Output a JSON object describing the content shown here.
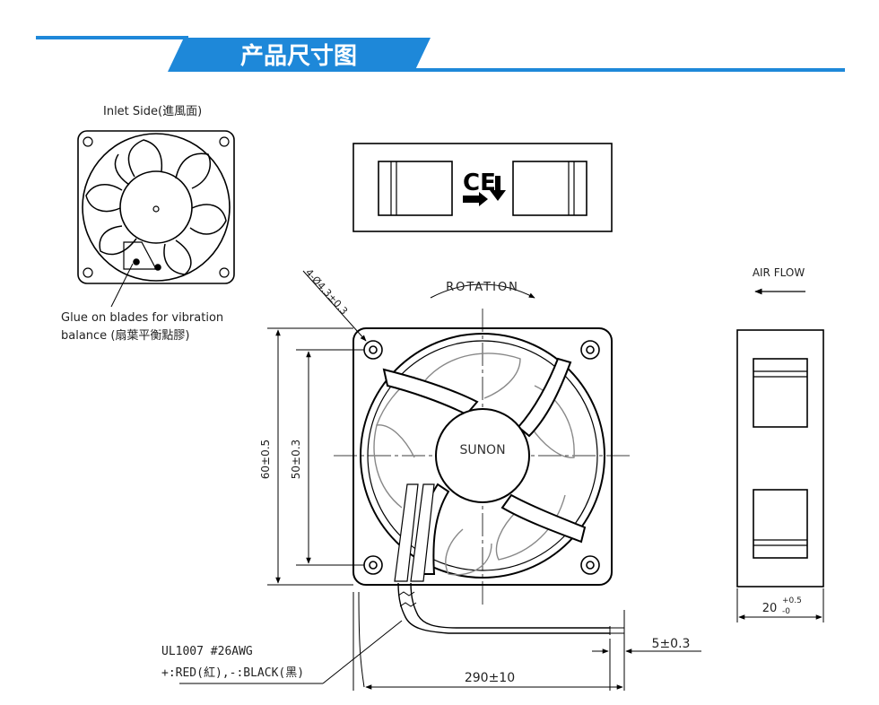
{
  "header": {
    "title": "产品尺寸图",
    "accent_color": "#1e88d9"
  },
  "labels": {
    "inlet_side": "Inlet Side(進風面)",
    "glue_line1": "Glue on blades for vibration",
    "glue_line2": "balance (扇葉平衡點膠)",
    "rotation": "ROTATION",
    "air_flow": "AIR FLOW",
    "brand": "SUNON",
    "hole_spec": "4-Ø4.3±0.3",
    "dim_outer": "60±0.5",
    "dim_inner": "50±0.3",
    "thickness": "20",
    "thickness_tol_plus": "+0.5",
    "thickness_tol_minus": "-0",
    "wire_strip": "5±0.3",
    "wire_length": "290±10",
    "wire_spec": "UL1007 #26AWG",
    "wire_colors": "+:RED(紅),-:BLACK(黑)"
  }
}
